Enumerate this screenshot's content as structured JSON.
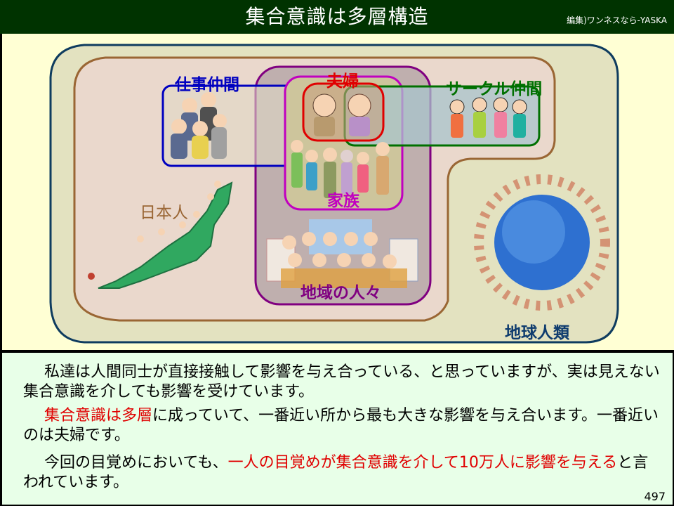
{
  "header": {
    "title": "集合意識は多層構造",
    "credit": "編集)ワンネスなら-YASKA"
  },
  "diagram": {
    "layers": [
      {
        "id": "humanity",
        "label": "地球人類",
        "color": "#0F3C6E"
      },
      {
        "id": "japanese",
        "label": "日本人",
        "color": "#9A6634"
      },
      {
        "id": "community",
        "label": "地域の人々",
        "color": "#800080"
      },
      {
        "id": "coworkers",
        "label": "仕事仲間",
        "color": "#0000C0"
      },
      {
        "id": "couple",
        "label": "夫婦",
        "color": "#E00000"
      },
      {
        "id": "family",
        "label": "家族",
        "color": "#C000C0"
      },
      {
        "id": "circle",
        "label": "サークル仲間",
        "color": "#007000"
      }
    ],
    "illustrations": [
      {
        "id": "coworkers-illustration",
        "desc": "group of office workers"
      },
      {
        "id": "couple-illustration",
        "desc": "elderly couple smiling"
      },
      {
        "id": "family-illustration",
        "desc": "family of six"
      },
      {
        "id": "circle-illustration",
        "desc": "four girls arm in arm"
      },
      {
        "id": "japan-illustration",
        "desc": "map of Japan with people"
      },
      {
        "id": "community-illustration",
        "desc": "town people and buildings"
      },
      {
        "id": "globe-illustration",
        "desc": "people around the globe"
      }
    ]
  },
  "body": {
    "p1": "私達は人間同士が直接接触して影響を与え合っている、と思っていますが、実は見えない集合意識を介しても影響を受けています。",
    "p2_red": "集合意識は多層",
    "p2_rest": "に成っていて、一番近い所から最も大きな影響を与え合います。一番近いのは夫婦です。",
    "p3_start": "今回の目覚めにおいても、",
    "p3_red": "一人の目覚めが集合意識を介して10万人に影響を与える",
    "p3_end": "と言われています。"
  },
  "footer": {
    "page_number": "497"
  }
}
